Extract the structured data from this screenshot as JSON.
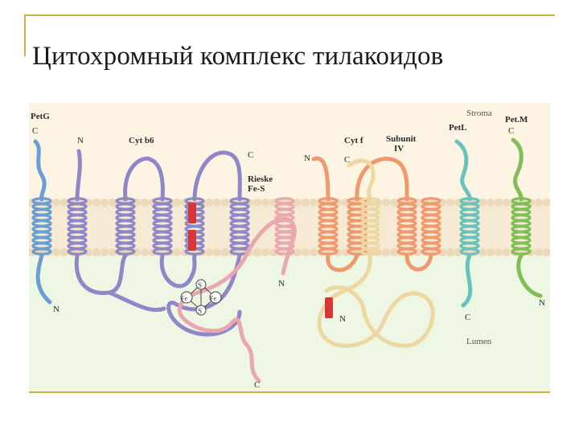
{
  "slide": {
    "title": "Цитохромный комплекс тилакоидов"
  },
  "diagram": {
    "regions": {
      "stroma": "Stroma",
      "lumen": "Lumen"
    },
    "proteins": {
      "petg": "PetG",
      "cytb6": "Cyt b6",
      "rieske": [
        "Rieske",
        "Fe-S"
      ],
      "cytf": "Cyt f",
      "subunit4": [
        "Subunit",
        "IV"
      ],
      "petl": "PetL",
      "petm": "Pet.M"
    },
    "termini": {
      "c": "C",
      "n": "N"
    },
    "cluster": {
      "s": "S",
      "fe": "Fe"
    },
    "colors": {
      "petg": "#6a9fd3",
      "cytb6": "#8f87c8",
      "rieske": "#e9a8ad",
      "cytf": "#ecd8a0",
      "subunit4": "#ef9a6e",
      "petl": "#69c2bb",
      "petm": "#7fbf56",
      "heme": "#d9363a",
      "membrane_head": "#ecd9b9",
      "stroma_bg": "#fdf4e3",
      "lumen_bg": "#eef6e4"
    }
  }
}
